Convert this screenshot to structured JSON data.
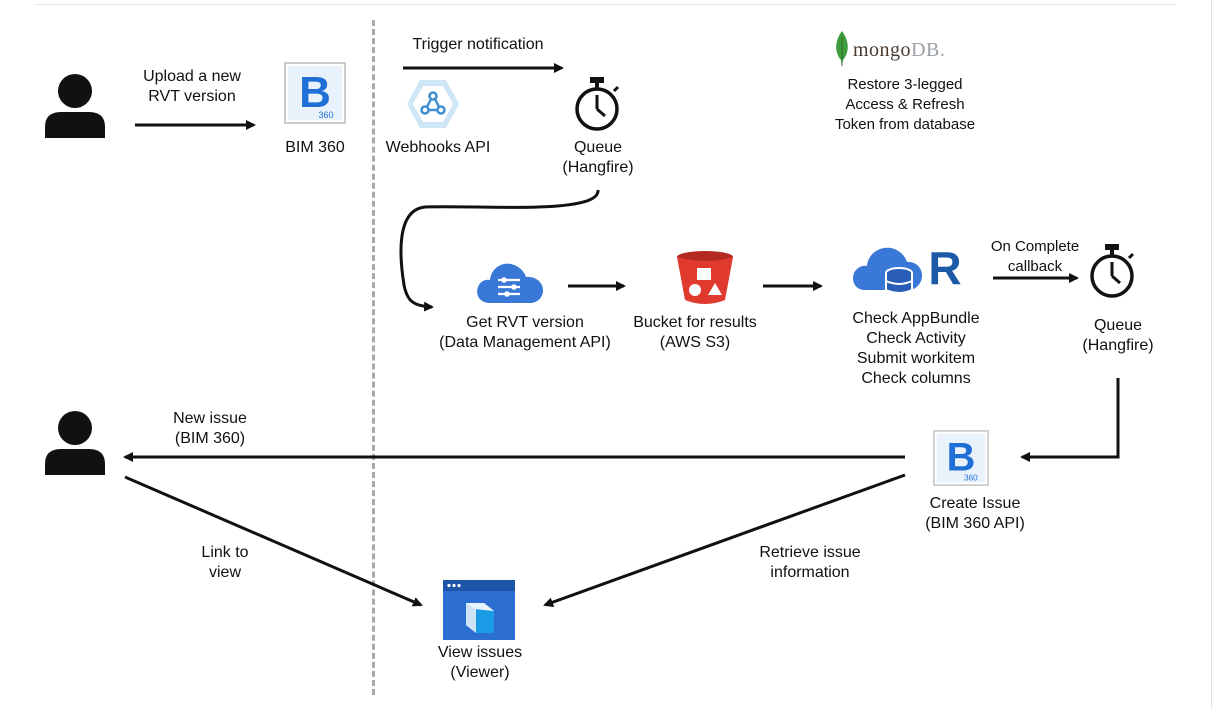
{
  "labels": {
    "upload": [
      "Upload a new",
      "RVT version"
    ],
    "bim360": "BIM 360",
    "trigger": "Trigger notification",
    "webhooks": "Webhooks API",
    "queue1": [
      "Queue",
      "(Hangfire)"
    ],
    "mongo_brand": "mongo",
    "mongo_db": "DB.",
    "mongo_desc": [
      "Restore 3-legged",
      "Access & Refresh",
      "Token from database"
    ],
    "get_rvt": [
      "Get RVT version",
      "(Data Management API)"
    ],
    "bucket": [
      "Bucket for results",
      "(AWS S3)"
    ],
    "check": [
      "Check AppBundle",
      "Check Activity",
      "Submit workitem",
      "Check columns"
    ],
    "on_complete": [
      "On Complete",
      "callback"
    ],
    "queue2": [
      "Queue",
      "(Hangfire)"
    ],
    "new_issue": [
      "New issue",
      "(BIM 360)"
    ],
    "create_issue": [
      "Create Issue",
      "(BIM 360 API)"
    ],
    "link_view": [
      "Link to",
      "view"
    ],
    "retrieve": [
      "Retrieve issue",
      "information"
    ],
    "view_issues": [
      "View issues",
      "(Viewer)"
    ],
    "bim_badge": "360",
    "revit_letter": "R"
  },
  "colors": {
    "bim_blue": "#1f6fd6",
    "cloud_blue": "#3a78d8",
    "s3_red": "#e03a2f",
    "webhooks_blue": "#5aa7e0",
    "mongo_green": "#3f9b3b"
  }
}
